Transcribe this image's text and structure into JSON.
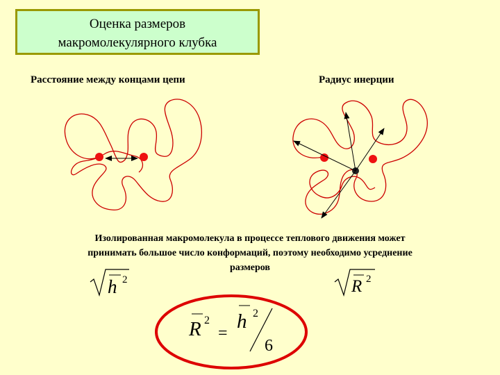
{
  "title": {
    "line1": "Оценка размеров",
    "line2": "макромолекулярного клубка"
  },
  "labels": {
    "left": "Расстояние между концами цепи",
    "right": "Радиус инерции"
  },
  "description": {
    "line1": "Изолированная макромолекула в процессе теплового движения может",
    "line2": "принимать большое число конформаций, поэтому необходимо усреднение",
    "line3": "размеров"
  },
  "formulas": {
    "h_sym": "h",
    "R_sym": "R",
    "exp": "2",
    "eq": "=",
    "six": "6"
  },
  "colors": {
    "chain": "#cc0000",
    "dot": "#ee1111",
    "background": "#ffffcc",
    "title_bg": "#ccffcc",
    "title_border": "#999900",
    "ellipse": "#dd0000"
  }
}
